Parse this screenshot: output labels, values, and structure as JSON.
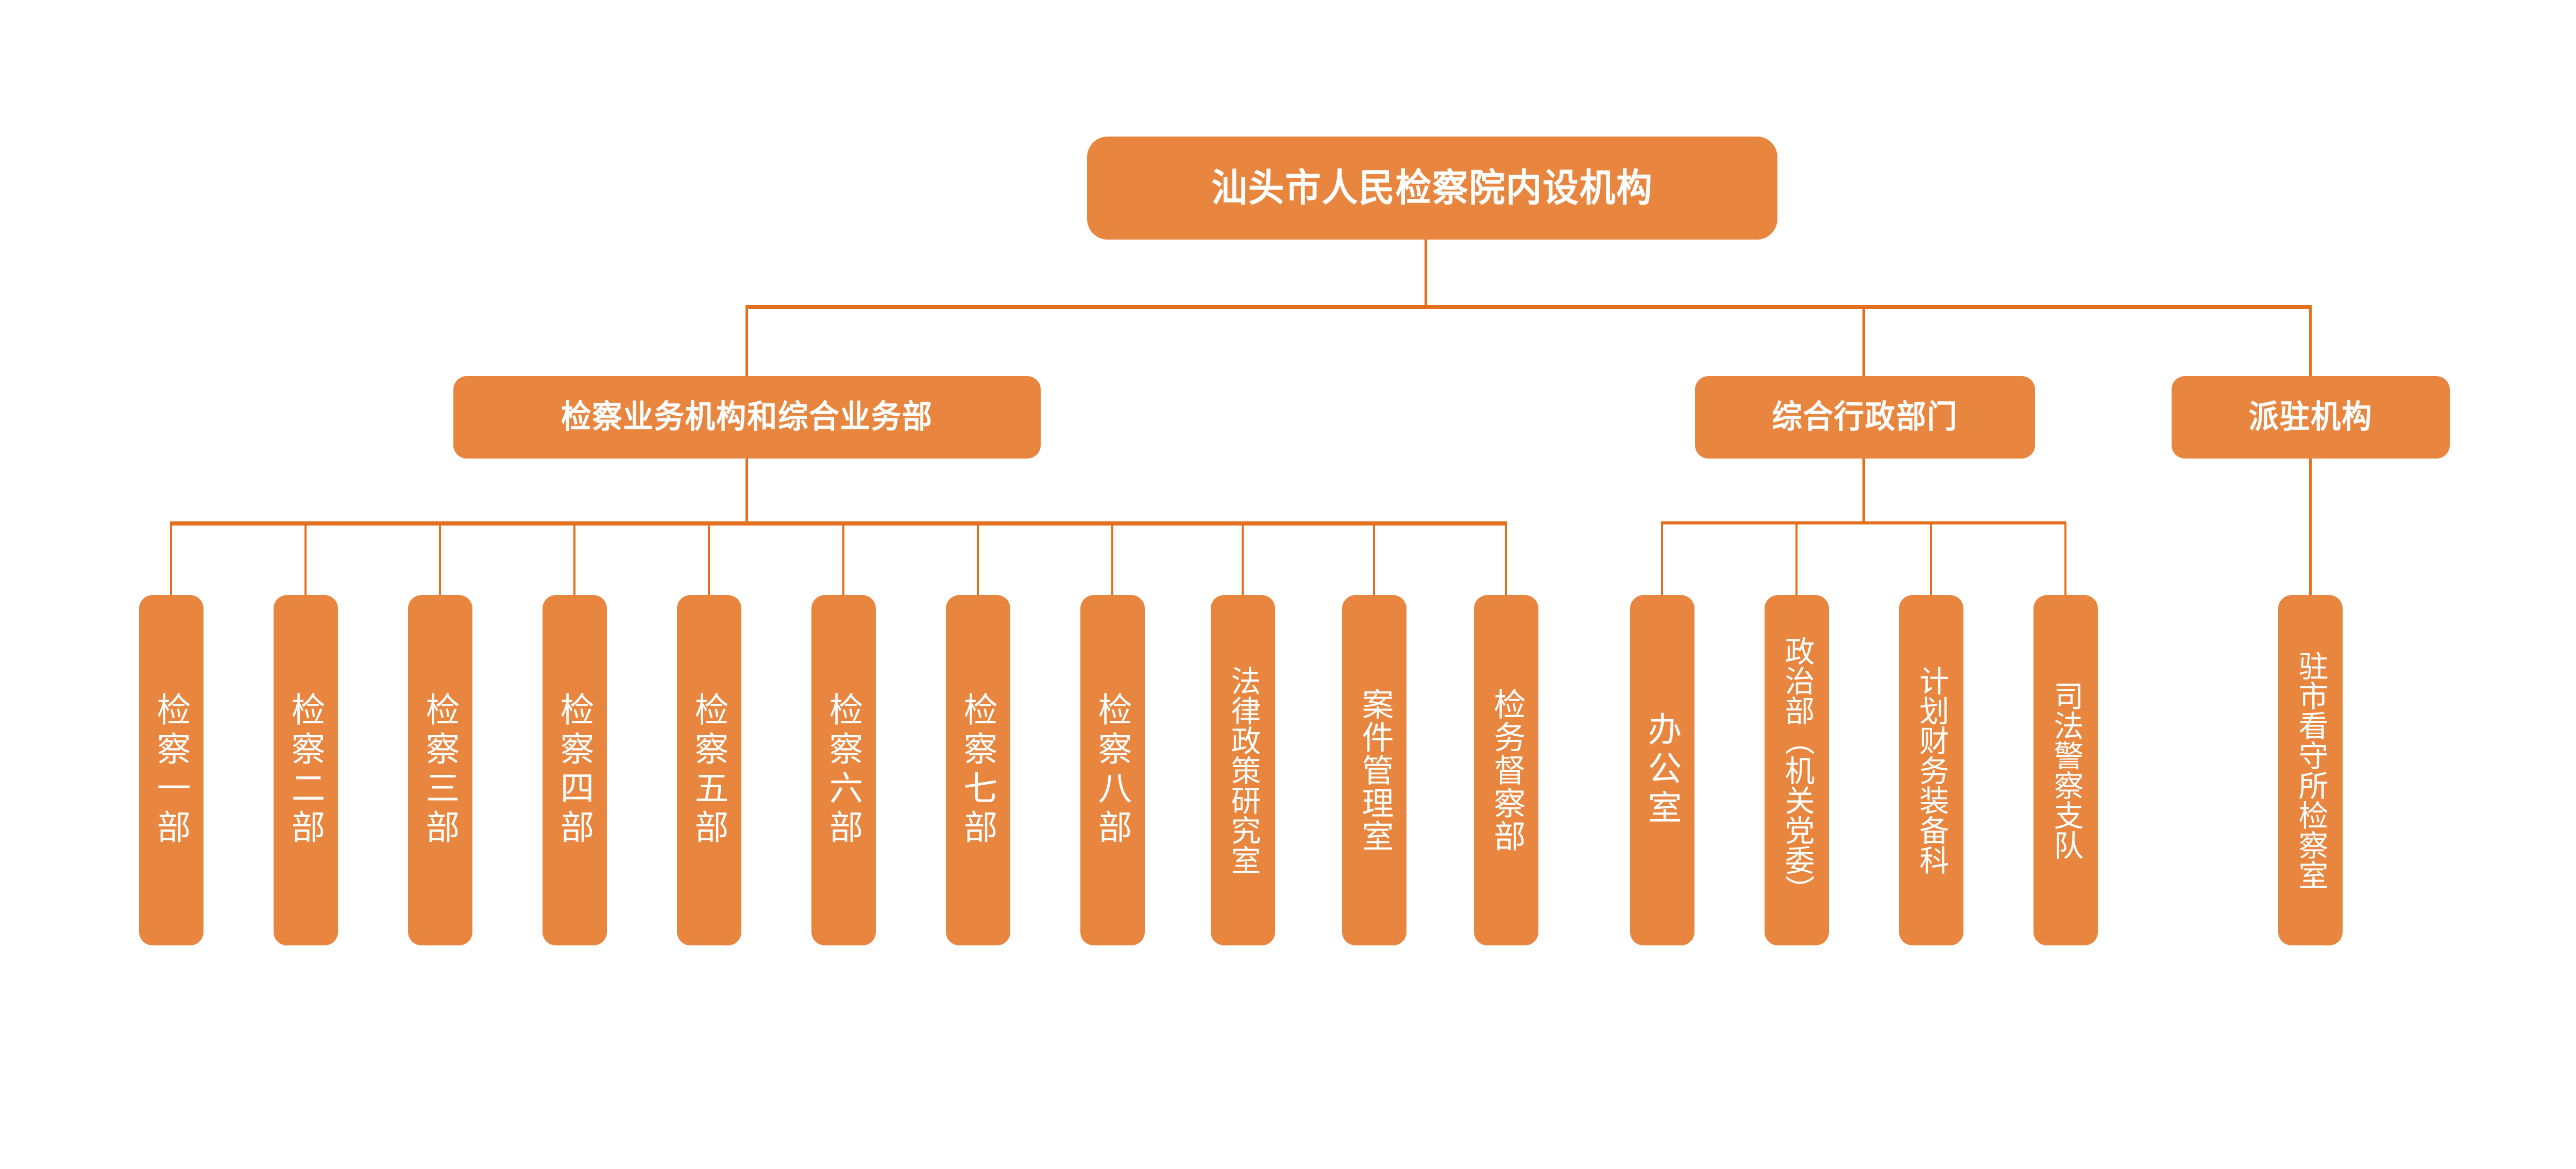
{
  "colors": {
    "node_fill": "#E8853F",
    "connector": "#E2701E",
    "label_text": "#FFFFFF",
    "background": "#FFFFFF"
  },
  "chart_data": {
    "type": "diagram",
    "title": "汕头市人民检察院内设机构",
    "orientation": "top-down organizational tree"
  },
  "root": {
    "label": "汕头市人民检察院内设机构"
  },
  "groups": [
    {
      "id": "procuratorial-business",
      "label": "检察业务机构和综合业务部",
      "children": [
        {
          "label": "检察一部"
        },
        {
          "label": "检察二部"
        },
        {
          "label": "检察三部"
        },
        {
          "label": "检察四部"
        },
        {
          "label": "检察五部"
        },
        {
          "label": "检察六部"
        },
        {
          "label": "检察七部"
        },
        {
          "label": "检察八部"
        },
        {
          "label": "法律政策研究室"
        },
        {
          "label": "案件管理室"
        },
        {
          "label": "检务督察部"
        }
      ]
    },
    {
      "id": "comprehensive-administration",
      "label": "综合行政部门",
      "children": [
        {
          "label": "办公室"
        },
        {
          "label": "政治部（机关党委）"
        },
        {
          "label": "计划财务装备科"
        },
        {
          "label": "司法警察支队"
        }
      ]
    },
    {
      "id": "dispatched-agency",
      "label": "派驻机构",
      "children": [
        {
          "label": "驻市看守所检察室"
        }
      ]
    }
  ]
}
